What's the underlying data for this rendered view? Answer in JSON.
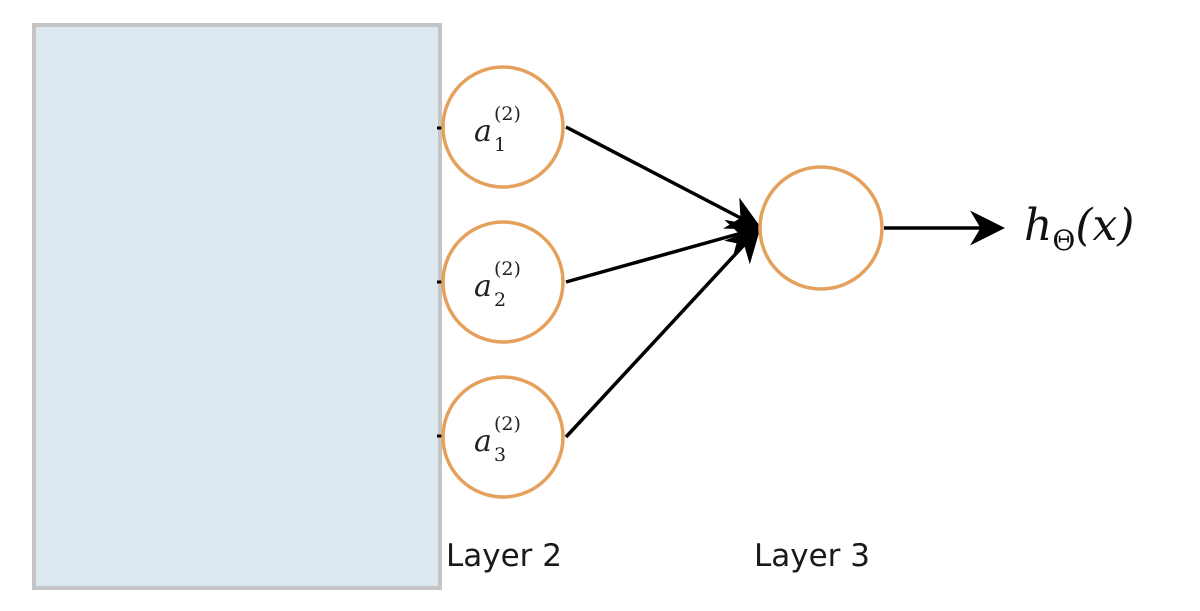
{
  "diagram": {
    "hidden_panel": {
      "color": "#dce8ef",
      "border_color": "#c4c4c4"
    },
    "layer2": {
      "label": "Layer 2",
      "nodes": [
        {
          "symbol": "a",
          "superscript": "(2)",
          "subscript": "1"
        },
        {
          "symbol": "a",
          "superscript": "(2)",
          "subscript": "2"
        },
        {
          "symbol": "a",
          "superscript": "(2)",
          "subscript": "3"
        }
      ]
    },
    "layer3": {
      "label": "Layer 3"
    },
    "output": {
      "function": "h",
      "subscript": "Θ",
      "argument": "(x)"
    },
    "colors": {
      "node_stroke": "#e5a15c",
      "arrow": "#000000"
    }
  }
}
